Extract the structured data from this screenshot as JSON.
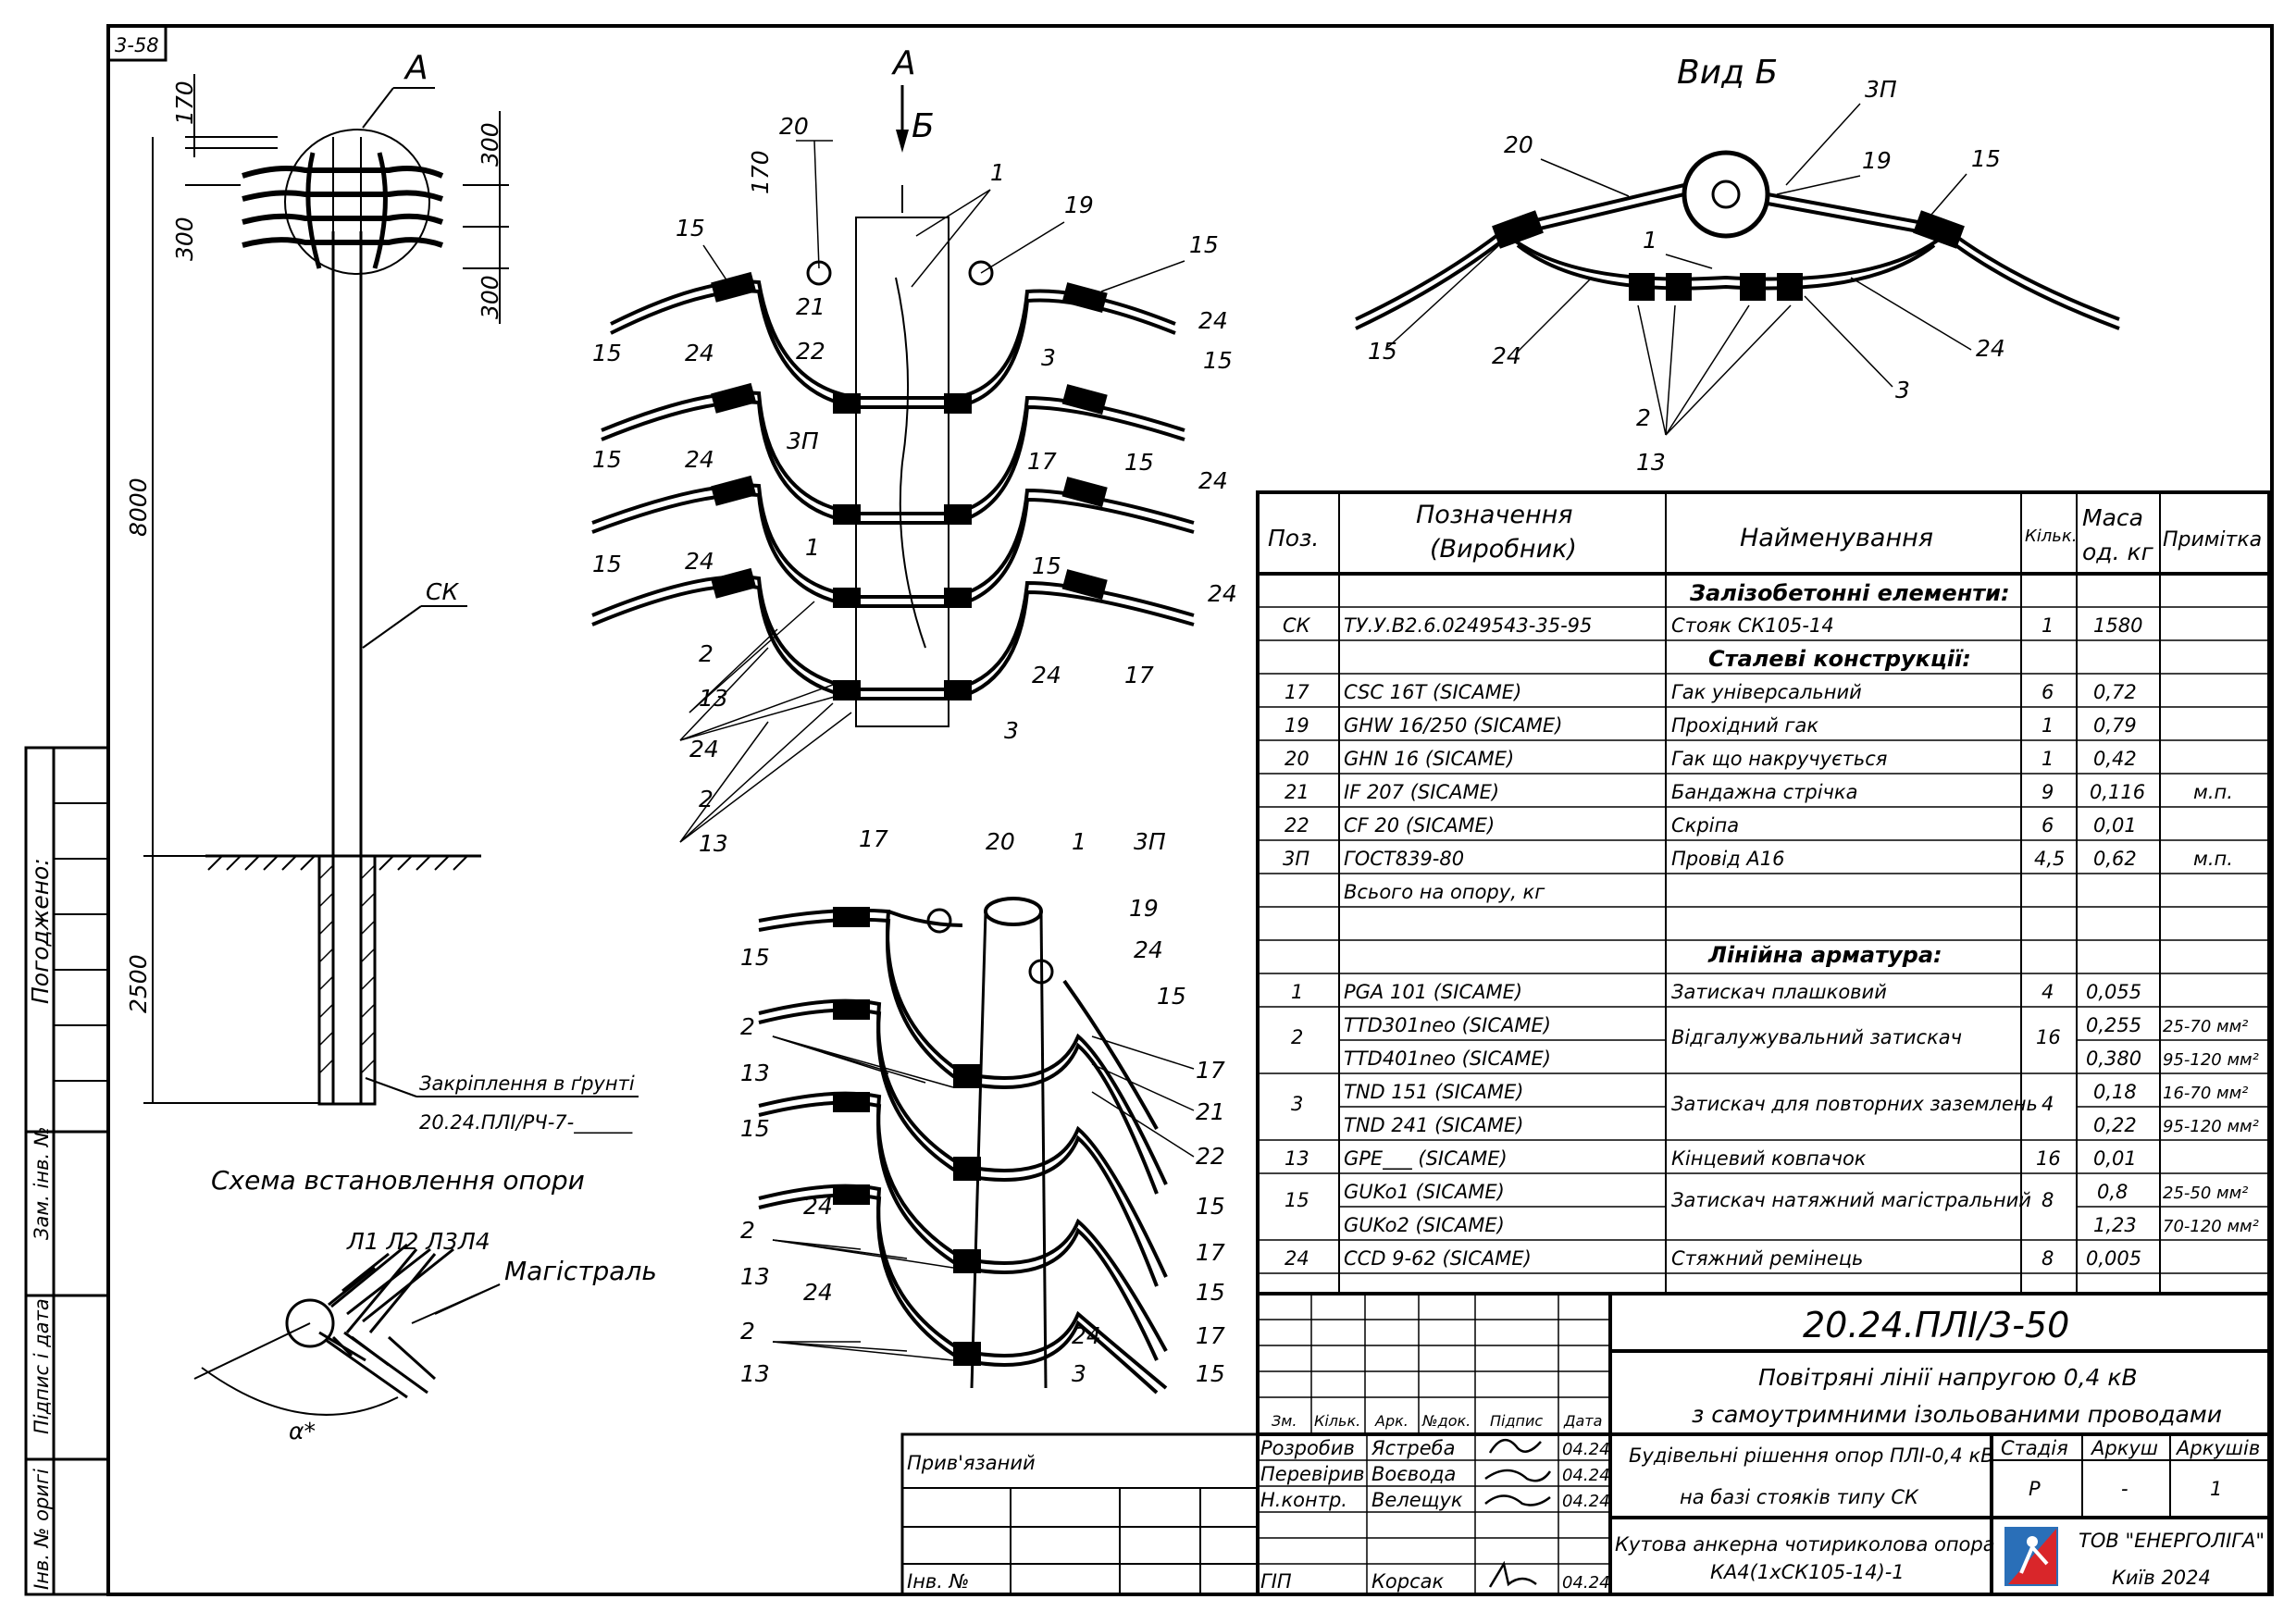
{
  "sheet_tag": "3-58",
  "side_stamp": {
    "agreed": "Погоджено:",
    "inv_no_orig": "Інв. № оригі",
    "sign_date": "Підпис і дата",
    "replace_inv": "Зам. інв. №"
  },
  "pole_scheme": {
    "section_mark": "А",
    "dims": [
      "170",
      "300",
      "300",
      "300",
      "8000",
      "2500"
    ],
    "pole_label": "СК",
    "ground_note": "Закріплення в ґрунті",
    "ground_ref": "20.24.ПЛІ/РЧ-7-______",
    "caption": "Схема встановлення опори"
  },
  "mini_scheme": {
    "lines": "Л1 Л2 Л3Л4",
    "main": "Магістраль",
    "angle": "α*"
  },
  "view_a": {
    "title": "А",
    "arrow_label": "Б",
    "dim": "170",
    "callouts": [
      "20",
      "1",
      "19",
      "15",
      "15",
      "21",
      "24",
      "22",
      "3",
      "24",
      "15",
      "15",
      "3П",
      "24",
      "17",
      "15",
      "15",
      "24",
      "1",
      "24",
      "15",
      "15",
      "24",
      "2",
      "17",
      "13",
      "24",
      "3",
      "24",
      "2",
      "13"
    ]
  },
  "view_b": {
    "title": "Вид Б",
    "callouts": [
      "3П",
      "20",
      "19",
      "15",
      "1",
      "15",
      "24",
      "24",
      "3",
      "2",
      "13"
    ]
  },
  "view_iso": {
    "callouts": [
      "17",
      "20",
      "1",
      "3П",
      "19",
      "24",
      "15",
      "15",
      "2",
      "13",
      "17",
      "15",
      "21",
      "22",
      "24",
      "15",
      "2",
      "17",
      "13",
      "24",
      "15",
      "2",
      "24",
      "17",
      "13",
      "3",
      "15"
    ]
  },
  "spec_table": {
    "headers": {
      "pos": "Поз.",
      "designation": "Позначення (Виробник)",
      "name": "Найменування",
      "qty": "Кільк.",
      "mass": "Маса од. кг",
      "note": "Примітка"
    },
    "rows": [
      {
        "section": "Залізобетонні елементи:"
      },
      {
        "pos": "СК",
        "designation": "ТУ.У.В2.6.0249543-35-95",
        "name": "Стояк СК105-14",
        "qty": "1",
        "mass": "1580",
        "note": ""
      },
      {
        "section": "Сталеві конструкції:"
      },
      {
        "pos": "17",
        "designation": "CSC 16T   (SICAME)",
        "name": "Гак універсальний",
        "qty": "6",
        "mass": "0,72",
        "note": ""
      },
      {
        "pos": "19",
        "designation": "GHW 16/250  (SICAME)",
        "name": "Прохідний гак",
        "qty": "1",
        "mass": "0,79",
        "note": ""
      },
      {
        "pos": "20",
        "designation": "GHN 16   (SICAME)",
        "name": "Гак що накручується",
        "qty": "1",
        "mass": "0,42",
        "note": ""
      },
      {
        "pos": "21",
        "designation": "IF 207   (SICAME)",
        "name": "Бандажна стрічка",
        "qty": "9",
        "mass": "0,116",
        "note": "м.п."
      },
      {
        "pos": "22",
        "designation": "CF 20   (SICAME)",
        "name": "Скріпа",
        "qty": "6",
        "mass": "0,01",
        "note": ""
      },
      {
        "pos": "3П",
        "designation": "ГОСТ839-80",
        "name": "Провід А16",
        "qty": "4,5",
        "mass": "0,62",
        "note": "м.п."
      },
      {
        "pos": "",
        "designation": "Всього на опору, кг",
        "name": "",
        "qty": "",
        "mass": "",
        "note": ""
      },
      {
        "pos": "",
        "designation": "",
        "name": "",
        "qty": "",
        "mass": "",
        "note": ""
      },
      {
        "section": "Лінійна арматура:"
      },
      {
        "pos": "1",
        "designation": "PGA 101   (SICAME)",
        "name": "Затискач плашковий",
        "qty": "4",
        "mass": "0,055",
        "note": ""
      }
    ],
    "grouped": [
      {
        "pos": "2",
        "name": "Відгалужувальний затискач",
        "qty": "16",
        "sub": [
          {
            "designation": "TTD301neo   (SICAME)",
            "mass": "0,255",
            "note": "25-70 мм²"
          },
          {
            "designation": "TTD401neo   (SICAME)",
            "mass": "0,380",
            "note": "95-120 мм²"
          }
        ]
      },
      {
        "pos": "3",
        "name": "Затискач для повторних заземлень",
        "qty": "4",
        "sub": [
          {
            "designation": "TND 151   (SICAME)",
            "mass": "0,18",
            "note": "16-70 мм²"
          },
          {
            "designation": "TND 241   (SICAME)",
            "mass": "0,22",
            "note": "95-120 мм²"
          }
        ]
      },
      {
        "pos": "13",
        "name": "Кінцевий ковпачок",
        "qty": "16",
        "sub": [
          {
            "designation": "GPE___   (SICAME)",
            "mass": "0,01",
            "note": ""
          }
        ]
      },
      {
        "pos": "15",
        "name": "Затискач натяжний магістральний",
        "qty": "8",
        "sub": [
          {
            "designation": "GUKo1   (SICAME)",
            "mass": "0,8",
            "note": "25-50 мм²"
          },
          {
            "designation": "GUKo2   (SICAME)",
            "mass": "1,23",
            "note": "70-120 мм²"
          }
        ]
      },
      {
        "pos": "24",
        "name": "Стяжний ремінець",
        "qty": "8",
        "sub": [
          {
            "designation": "CCD 9-62   (SICAME)",
            "mass": "0,005",
            "note": ""
          }
        ]
      }
    ]
  },
  "title_block": {
    "code": "20.24.ПЛІ/3-50",
    "title_line1": "Повітряні лінії напругою 0,4 кВ",
    "title_line2": "з самоутримними ізольованими проводами",
    "sub_line1": "Будівельні рішення опор ПЛІ-0,4 кВ",
    "sub_line2": "на базі стояків типу СК",
    "drawing_line1": "Кутова анкерна чотириколова опора",
    "drawing_line2": "КА4(1хСК105-14)-1",
    "col_heads": [
      "Зм.",
      "Кільк.",
      "Арк.",
      "№док.",
      "Підпис",
      "Дата"
    ],
    "people": [
      {
        "role": "Розробив",
        "name": "Ястреба",
        "date": "04.24"
      },
      {
        "role": "Перевірив",
        "name": "Воєвода",
        "date": "04.24"
      },
      {
        "role": "Н.контр.",
        "name": "Велещук",
        "date": "04.24"
      },
      {
        "role": "ГІП",
        "name": "Корсак",
        "date": "04.24"
      }
    ],
    "stage_heads": [
      "Стадія",
      "Аркуш",
      "Аркушів"
    ],
    "stage_vals": [
      "Р",
      "-",
      "1"
    ],
    "company": "ТОВ \"ЕНЕРГОЛІГА\"",
    "city": "Київ 2024",
    "bound": "Прив'язаний",
    "inv": "Інв. №"
  }
}
